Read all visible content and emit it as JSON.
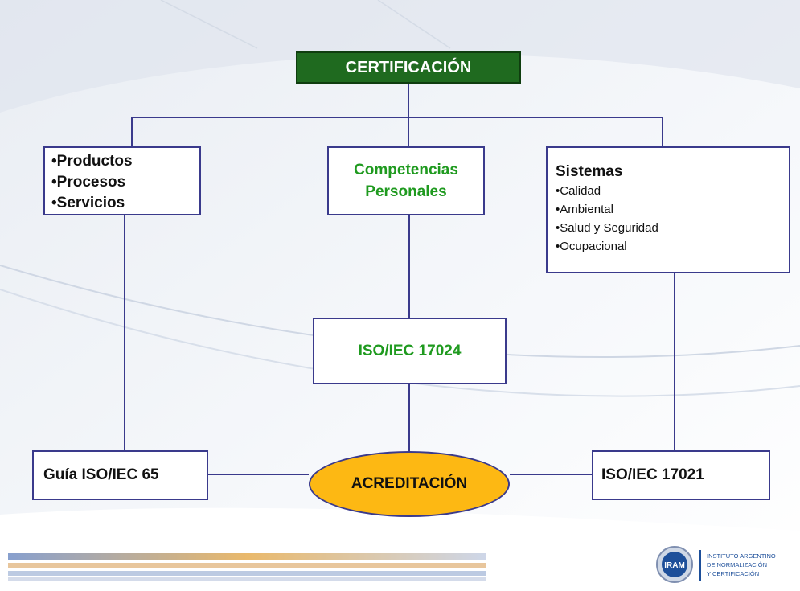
{
  "title": "CERTIFICACIÓN",
  "branches": {
    "products": {
      "items": [
        "•Productos",
        "•Procesos",
        "•Servicios"
      ]
    },
    "personnel": {
      "line1": "Competencias",
      "line2": "Personales"
    },
    "systems": {
      "title": "Sistemas",
      "items": [
        "•Calidad",
        "•Ambiental",
        "•Salud y Seguridad",
        "•Ocupacional"
      ]
    }
  },
  "standards": {
    "personnel": "ISO/IEC 17024",
    "products": "Guía ISO/IEC 65",
    "systems": "ISO/IEC 17021"
  },
  "accreditation": "ACREDITACIÓN",
  "logo": {
    "mark": "IRAM",
    "text": [
      "INSTITUTO ARGENTINO",
      "DE NORMALIZACIÓN",
      "Y CERTIFICACIÓN"
    ]
  },
  "colors": {
    "certification_fill": "#1f6a1f",
    "accreditation_fill": "#fdb813",
    "connector": "#3a3a8c",
    "green_text": "#1f9a1f"
  }
}
